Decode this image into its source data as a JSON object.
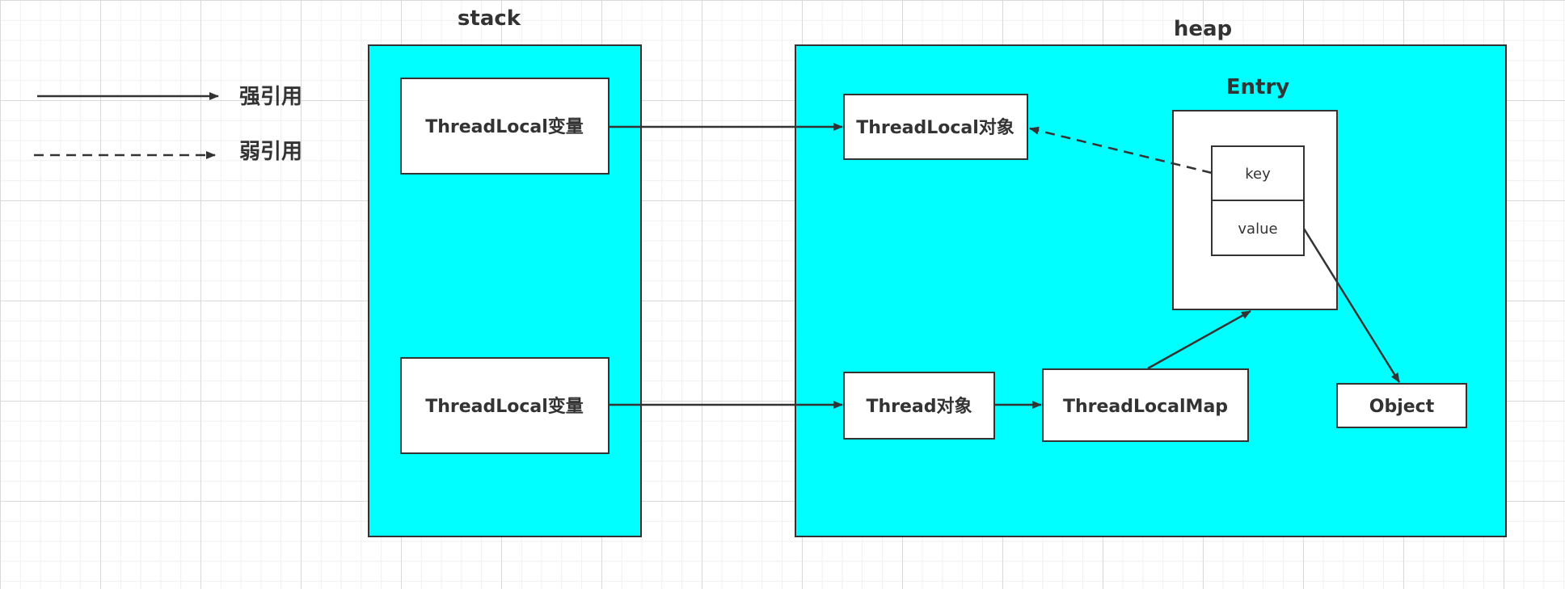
{
  "legend": {
    "strong_label": "强引用",
    "weak_label": "弱引用"
  },
  "stack": {
    "title": "stack",
    "var_top": "ThreadLocal变量",
    "var_bottom": "ThreadLocal变量"
  },
  "heap": {
    "title": "heap",
    "threadlocal_object": "ThreadLocal对象",
    "thread_object": "Thread对象",
    "threadlocal_map": "ThreadLocalMap",
    "object": "Object",
    "entry": {
      "title": "Entry",
      "key": "key",
      "value": "value"
    }
  },
  "colors": {
    "region_fill": "#00ffff",
    "stroke": "#333333",
    "box_fill": "#ffffff"
  }
}
